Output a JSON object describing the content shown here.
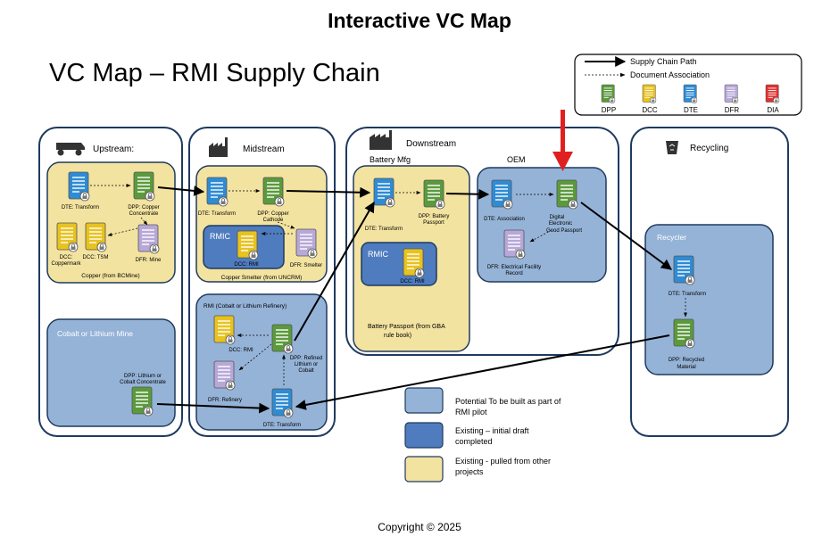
{
  "title": "Interactive VC Map",
  "subtitle": "VC Map – RMI Supply Chain",
  "legend_top": {
    "supply_chain_path": "Supply Chain Path",
    "document_association": "Document Association",
    "docs": [
      {
        "label": "DPP",
        "color": "#5b9a3c"
      },
      {
        "label": "DCC",
        "color": "#e8c21e"
      },
      {
        "label": "DTE",
        "color": "#2e8bd4"
      },
      {
        "label": "DFR",
        "color": "#b7a8d8"
      },
      {
        "label": "DIA",
        "color": "#e03030"
      }
    ]
  },
  "sections": {
    "upstream": "Upstream:",
    "midstream": "Midstream",
    "downstream": "Downstream",
    "recycling": "Recycling"
  },
  "boxes": {
    "copper_bcmine": "Copper (from BCMine)",
    "copper_smelter": "Copper Smelter (from UNCRM)",
    "rmic": "RMIC",
    "rmi_refinery": "RMI (Cobalt or Lithium Refinery)",
    "cobalt_mine": "Cobalt or Lithium Mine",
    "battery_mfg": "Battery Mfg",
    "battery_passport_line1": "Battery Passport (from GBA",
    "battery_passport_line2": "rule book)",
    "oem": "OEM",
    "recycler": "Recycler"
  },
  "docs": {
    "dte_transform_up": "DTE: Transform",
    "dpp_copper_conc_1": "DPP: Copper",
    "dpp_copper_conc_2": "Concentrate",
    "dcc_coppermark": "DCC:",
    "dcc_coppermark_2": "Coppermark",
    "dcc_tsm": "DCC: TSM",
    "dfr_mine": "DFR: Mine",
    "dte_transform_mid": "DTE: Transform",
    "dpp_copper_cathode_1": "DPP: Copper",
    "dpp_copper_cathode_2": "Cathode",
    "dcc_rmi_mid": "DCC: RMI",
    "dfr_smelter": "DFR: Smelter",
    "dcc_rmi_ref": "DCC: RMI",
    "dfr_refinery": "DFR: Refinery",
    "dpp_refined_1": "DPP: Refined",
    "dpp_refined_2": "Lithium or",
    "dpp_refined_3": "Cobalt",
    "dte_transform_ref": "DTE: Transform",
    "dpp_lithium_1": "DPP: Lithium or",
    "dpp_lithium_2": "Cobalt Concentrate",
    "dte_transform_bat": "DTE: Transform",
    "dpp_battery_1": "DPP: Battery",
    "dpp_battery_2": "Passport",
    "dcc_rmi_bat": "DCC: RMI",
    "dte_association": "DTE: Association",
    "digital_1": "Digital",
    "digital_2": "Electronic",
    "digital_3": "Good Passport",
    "dfr_electrical_1": "DFR: Electrical Facility",
    "dfr_electrical_2": "Record",
    "dte_transform_rec": "DTE: Transform",
    "dpp_recycled_1": "DPP: Recycled",
    "dpp_recycled_2": "Material"
  },
  "legend_bottom": {
    "potential_1": "Potential To be built as part of",
    "potential_2": "RMI pilot",
    "existing_draft_1": "Existing – initial draft",
    "existing_draft_2": "completed",
    "existing_pulled_1": "Existing - pulled from other",
    "existing_pulled_2": "projects"
  },
  "colors": {
    "light_blue": "#95b3d7",
    "dark_blue": "#4f7cbf",
    "yellow": "#f3e3a0",
    "outline": "#1f3a5f",
    "arrow_red": "#e02020"
  },
  "footer": "Copyright © 2025"
}
